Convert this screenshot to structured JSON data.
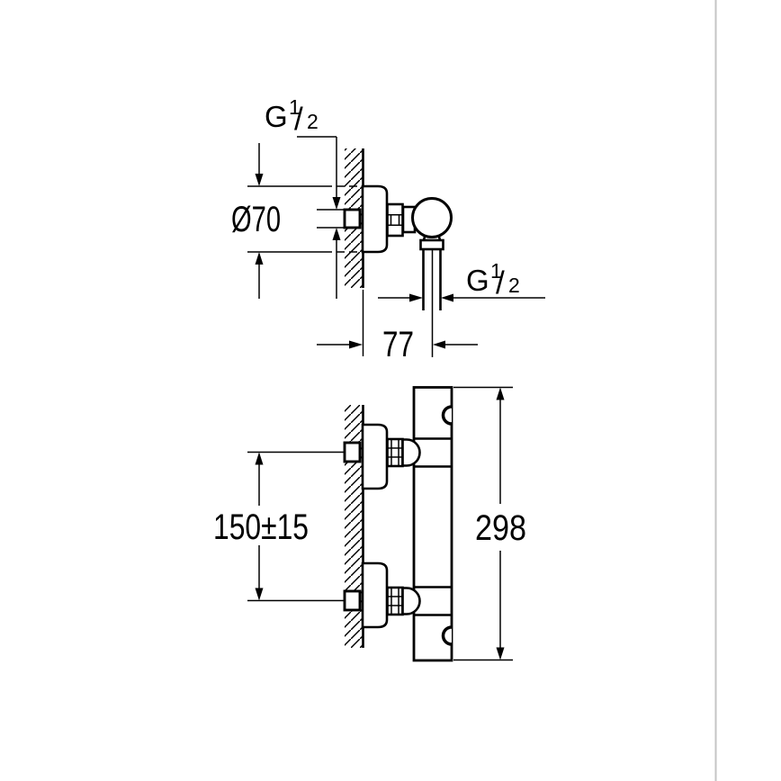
{
  "canvas": {
    "background": "#ffffff",
    "ink_color": "#000000",
    "photo_edge_line_color": "#c5c5c5"
  },
  "drawing": {
    "kind": "technical-dimension-drawing",
    "dims": {
      "thread_g": "G",
      "thread_num": "1",
      "thread_slash": "/",
      "thread_den": "2",
      "escutcheon_dia": "Ø70",
      "wall_offset": "77",
      "inlet_spacing": "150±15",
      "body_height": "298"
    }
  }
}
